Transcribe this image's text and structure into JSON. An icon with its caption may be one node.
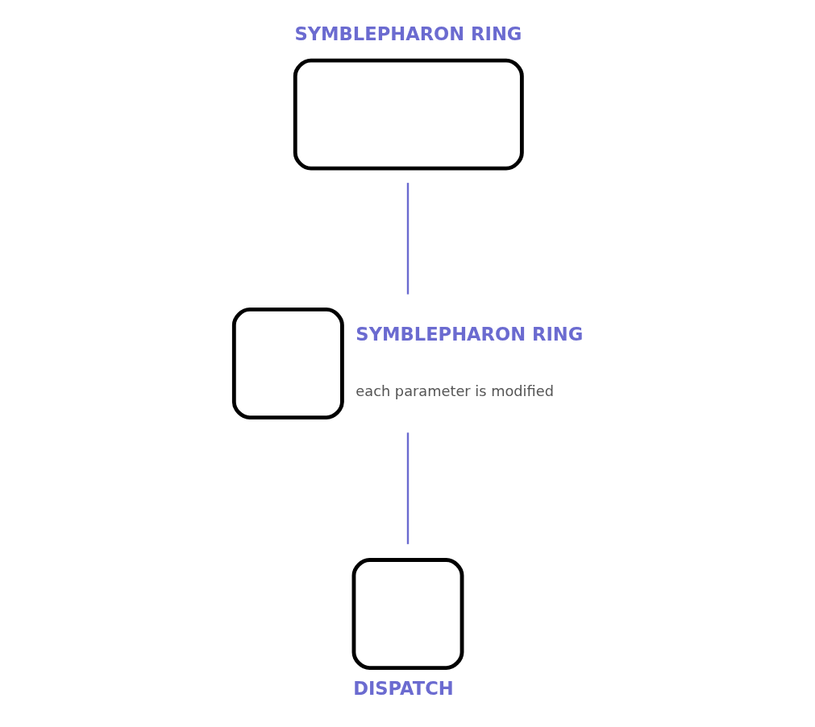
{
  "diagram": {
    "nodes": [
      {
        "text": [
          "SYMBLEPHARON RING"
        ]
      },
      {
        "text": [
          "SYMBLEPHARON RING",
          "each parameter is modified"
        ]
      },
      {
        "text": [
          "DISPATCH"
        ]
      }
    ],
    "edges": [
      {
        "from": 0,
        "to": 1,
        "arrow": "none"
      },
      {
        "from": 1,
        "to": 2,
        "arrow": "none"
      }
    ]
  }
}
